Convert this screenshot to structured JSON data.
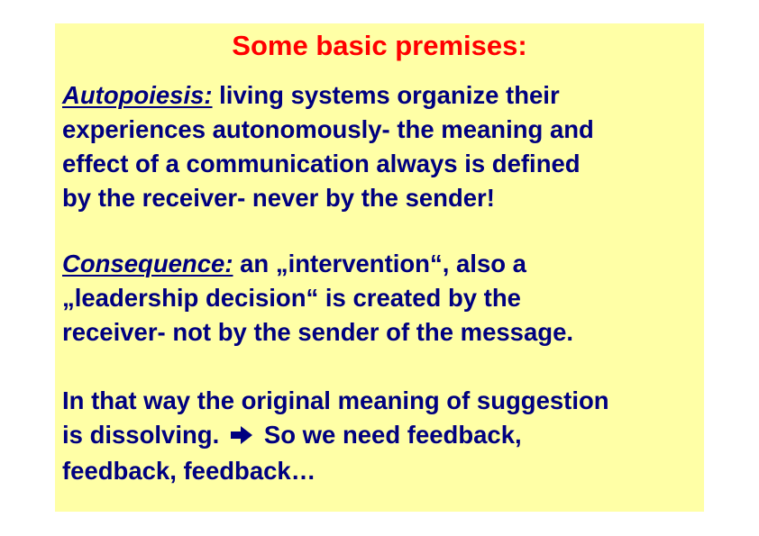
{
  "title": "Some basic premises:",
  "paragraph1": {
    "term": "Autopoiesis:",
    "line1": "living systems organize their",
    "line2": "experiences autonomously- the meaning and",
    "line3": "effect of a communication always is defined",
    "line4": "by the receiver- never by the sender!"
  },
  "paragraph2": {
    "term": "Consequence:",
    "line1": "an „intervention“, also a",
    "line2": "„leadership decision“ is created by the",
    "line3": "receiver- not by the sender of the message."
  },
  "paragraph3": {
    "line1": "In that way the original meaning of suggestion",
    "line2a": "is dissolving.",
    "arrow_icon": "right-arrow-icon",
    "line2b": "So we need feedback,",
    "line3": "feedback, feedback…"
  },
  "colors": {
    "background": "#ffffa6",
    "title": "#ff0000",
    "text": "#000080"
  }
}
